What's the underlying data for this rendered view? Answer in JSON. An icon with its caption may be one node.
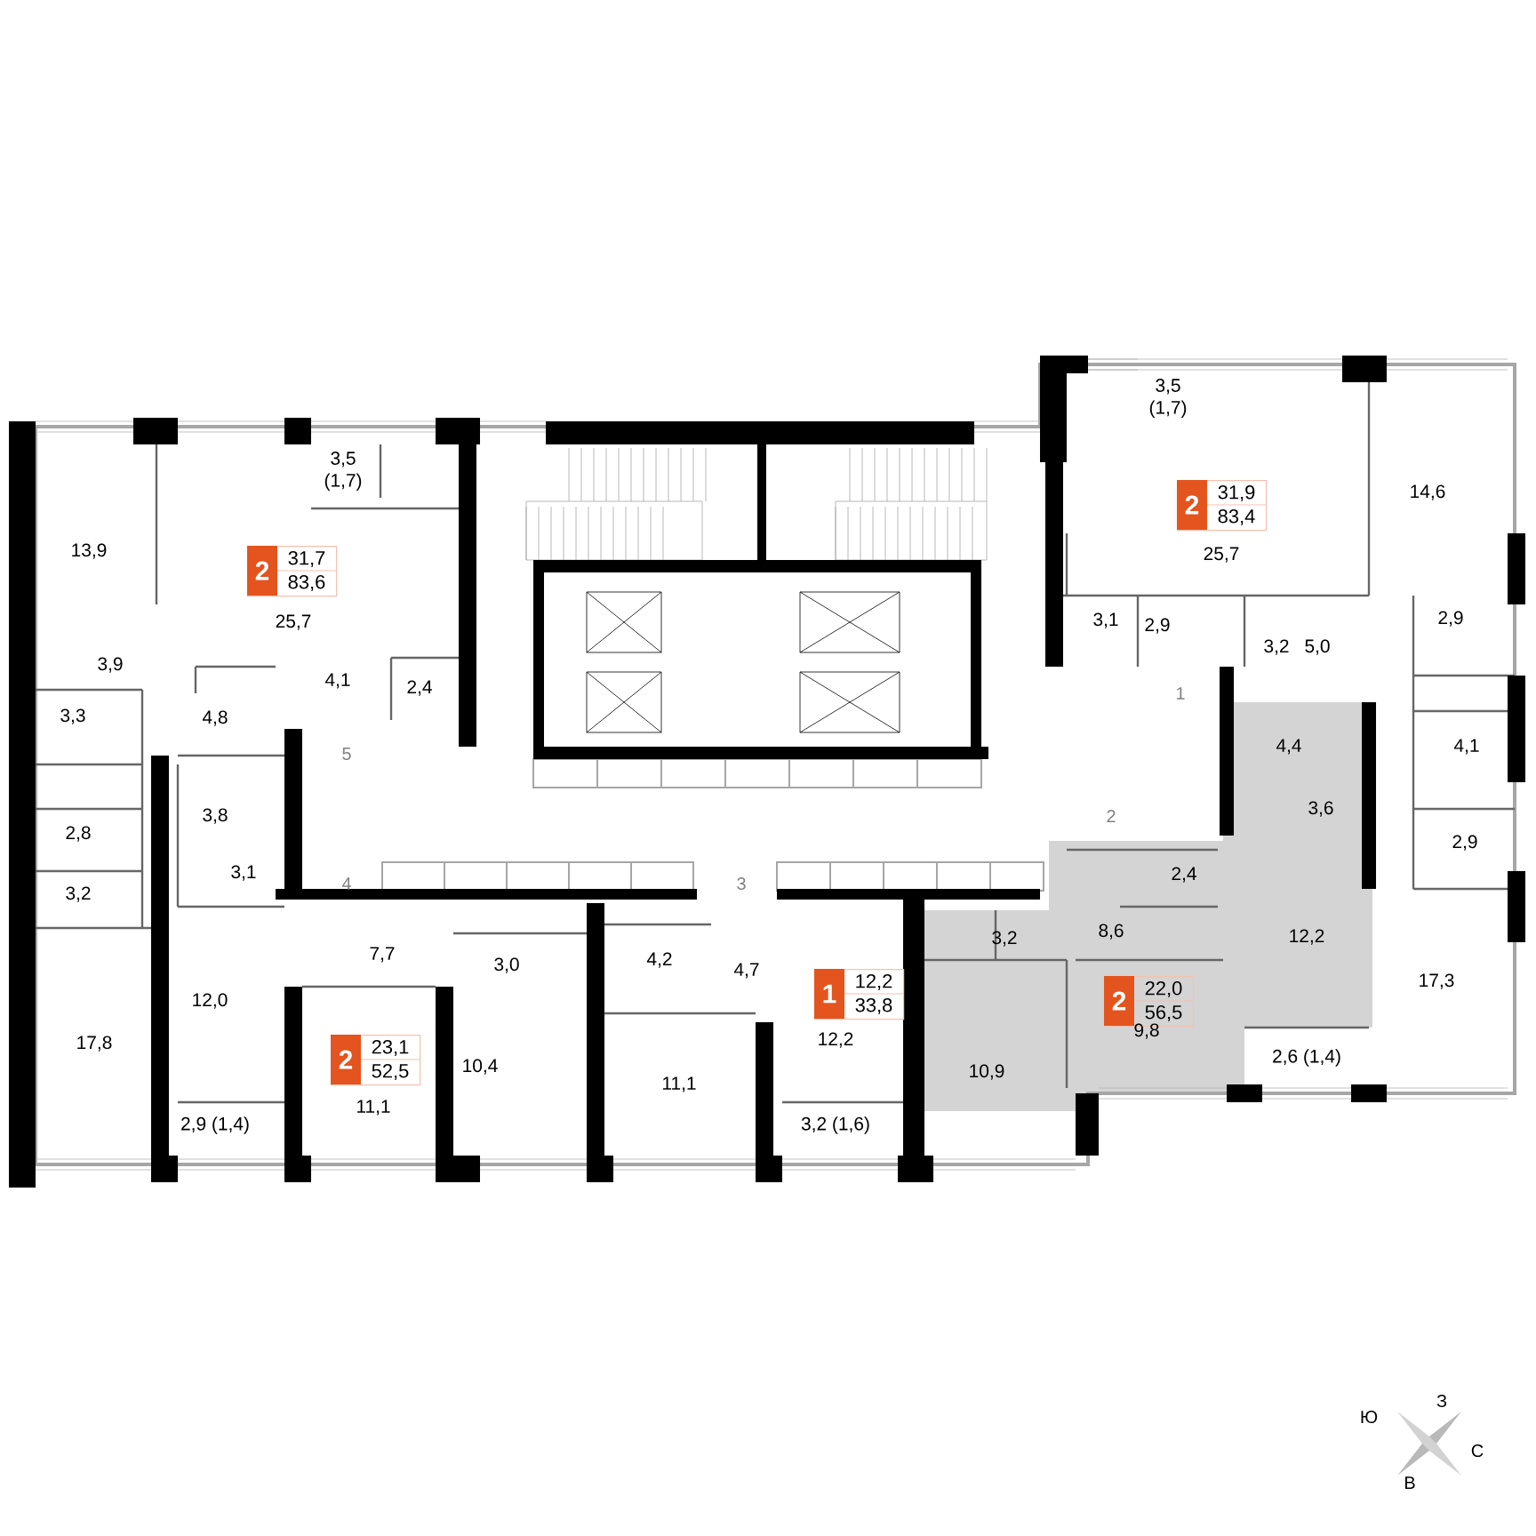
{
  "diagram": {
    "nodes": [
      {
        "text": [
          "2",
          "31,9",
          "83,4"
        ]
      },
      {
        "text": [
          "2",
          "31,7",
          "83,6"
        ]
      },
      {
        "text": [
          "1",
          "12,2",
          "33,8"
        ]
      },
      {
        "text": [
          "2",
          "22,0",
          "56,5"
        ]
      },
      {
        "text": [
          "2",
          "23,1",
          "52,5"
        ]
      }
    ],
    "labels": [
      "3,5 (1,7)",
      "3,5 (1,7)",
      "14,6",
      "13,9",
      "25,7",
      "25,7",
      "3,1",
      "2,9",
      "3,2",
      "5,0",
      "2,9",
      "3,9",
      "4,1",
      "2,4",
      "3,3",
      "4,8",
      "1",
      "4,4",
      "4,1",
      "5",
      "3,8",
      "2,8",
      "2",
      "3,6",
      "2,9",
      "3,1",
      "4",
      "3",
      "3,2",
      "2,4",
      "8,6",
      "3,2",
      "7,7",
      "12,2",
      "3,0",
      "4,2",
      "4,7",
      "12,0",
      "17,3",
      "17,8",
      "12,2",
      "9,8",
      "10,4",
      "11,1",
      "11,1",
      "10,9",
      "2,6 (1,4)",
      "2,9 (1,4)",
      "3,2 (1,6)",
      "З",
      "Ю",
      "С",
      "В"
    ]
  }
}
